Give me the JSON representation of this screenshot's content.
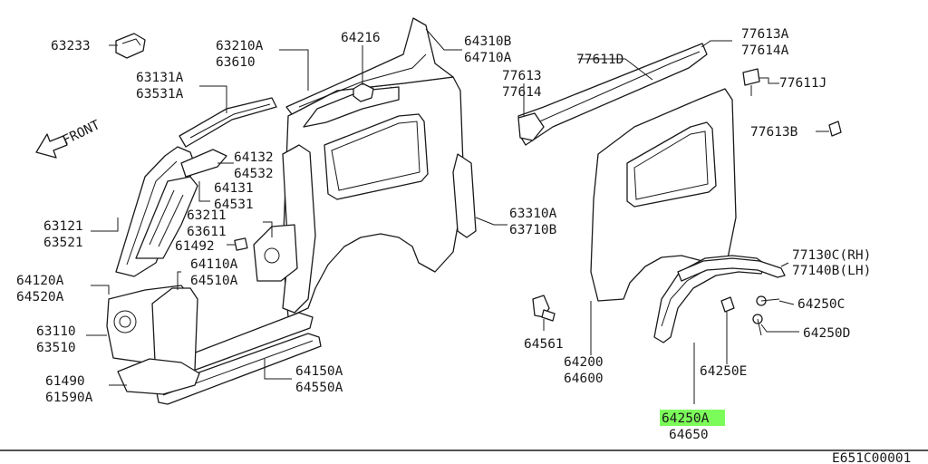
{
  "diagram_id": "E651C00001",
  "front_label": "FRONT",
  "highlight_color": "#7CFC5A",
  "parts": [
    {
      "id": "p63233",
      "codes": [
        "63233"
      ]
    },
    {
      "id": "p63210",
      "codes": [
        "63210A",
        "63610"
      ]
    },
    {
      "id": "p64216",
      "codes": [
        "64216"
      ]
    },
    {
      "id": "p64310",
      "codes": [
        "64310B",
        "64710A"
      ]
    },
    {
      "id": "p63131",
      "codes": [
        "63131A",
        "63531A"
      ]
    },
    {
      "id": "p64132",
      "codes": [
        "64132",
        "64532"
      ]
    },
    {
      "id": "p64131",
      "codes": [
        "64131",
        "64531"
      ]
    },
    {
      "id": "p63211",
      "codes": [
        "63211",
        "63611"
      ]
    },
    {
      "id": "p61492",
      "codes": [
        "61492"
      ]
    },
    {
      "id": "p63121",
      "codes": [
        "63121",
        "63521"
      ]
    },
    {
      "id": "p64110",
      "codes": [
        "64110A",
        "64510A"
      ]
    },
    {
      "id": "p64120",
      "codes": [
        "64120A",
        "64520A"
      ]
    },
    {
      "id": "p63110",
      "codes": [
        "63110",
        "63510"
      ]
    },
    {
      "id": "p61490",
      "codes": [
        "61490",
        "61590A"
      ]
    },
    {
      "id": "p64150",
      "codes": [
        "64150A",
        "64550A"
      ]
    },
    {
      "id": "p63310",
      "codes": [
        "63310A",
        "63710B"
      ]
    },
    {
      "id": "p77613",
      "codes": [
        "77613",
        "77614"
      ]
    },
    {
      "id": "p77611d",
      "codes": [
        "77611D"
      ]
    },
    {
      "id": "p77613a",
      "codes": [
        "77613A",
        "77614A"
      ]
    },
    {
      "id": "p77611j",
      "codes": [
        "77611J"
      ]
    },
    {
      "id": "p77613b",
      "codes": [
        "77613B"
      ]
    },
    {
      "id": "p77130",
      "codes": [
        "77130C(RH)",
        "77140B(LH)"
      ]
    },
    {
      "id": "p64250c",
      "codes": [
        "64250C"
      ]
    },
    {
      "id": "p64250d",
      "codes": [
        "64250D"
      ]
    },
    {
      "id": "p64561",
      "codes": [
        "64561"
      ]
    },
    {
      "id": "p64200",
      "codes": [
        "64200",
        "64600"
      ]
    },
    {
      "id": "p64250e",
      "codes": [
        "64250E"
      ]
    },
    {
      "id": "p64250a",
      "codes": [
        "64250A",
        "64650"
      ],
      "highlighted": true
    }
  ]
}
